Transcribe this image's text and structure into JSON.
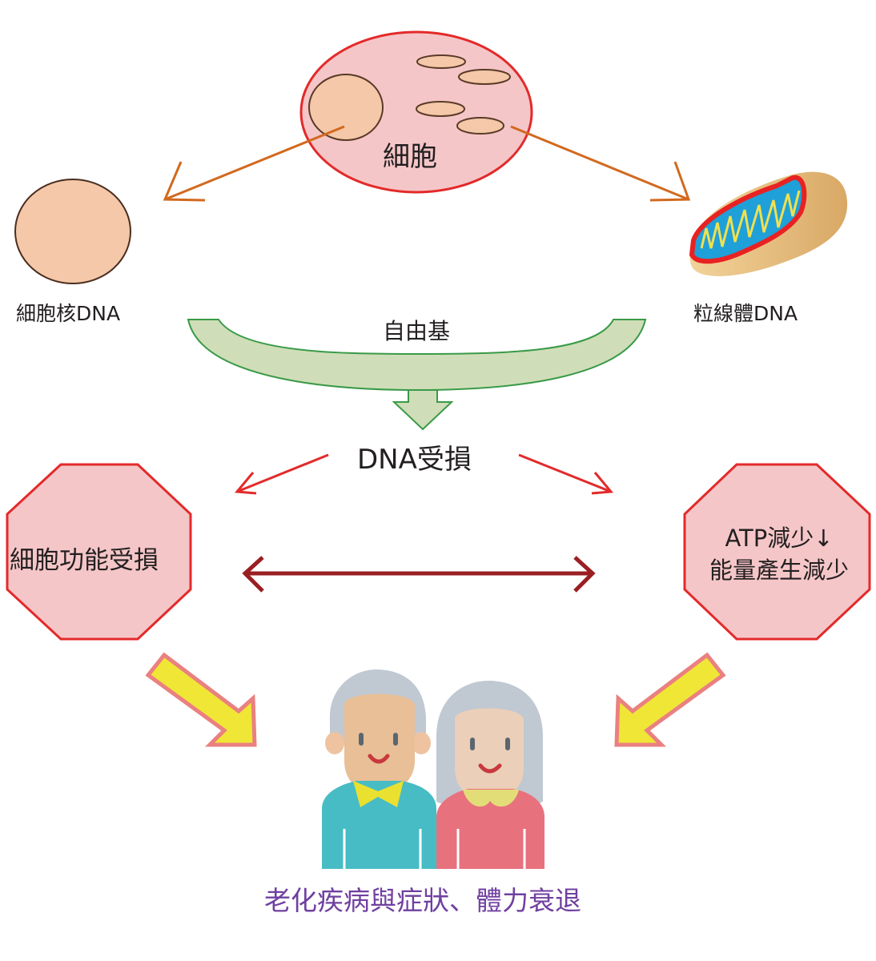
{
  "title": "DNA damage and aging pathway",
  "nodes": {
    "cell": {
      "label": "細胞",
      "icon": "cell-icon"
    },
    "nucleus": {
      "label": "細胞核DNA",
      "icon": "nucleus-icon"
    },
    "mitochondria": {
      "label": "粒線體DNA",
      "icon": "mitochondria-icon"
    },
    "free_radicals": {
      "label": "自由基"
    },
    "dna_damage": {
      "label": "DNA受損"
    },
    "cell_function_damage": {
      "label": "細胞功能受損"
    },
    "atp_decrease": {
      "line1": "ATP減少↓",
      "line2": "能量產生減少"
    },
    "outcome": {
      "label": "老化疾病與症狀、體力衰退",
      "icon": "elderly-couple-icon"
    }
  },
  "colors": {
    "cell_fill": "#f5c6c8",
    "cell_stroke": "#e32a2a",
    "organelle_fill": "#f4c8a8",
    "organelle_stroke": "#5a3a28",
    "orange_arrow": "#d2691e",
    "green_fill": "#cfdeb8",
    "green_stroke": "#3a9a48",
    "red_arrow": "#e32a2a",
    "dark_red_arrow": "#9a1f22",
    "yellow_arrow": "#f0e636",
    "yellow_arrow_stroke": "#ea8080",
    "outcome_text": "#7040a0"
  }
}
